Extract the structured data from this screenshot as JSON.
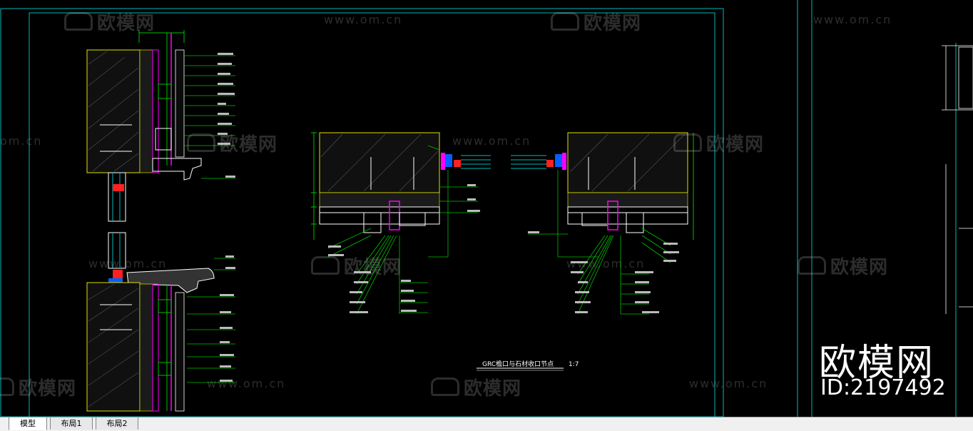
{
  "watermarks": {
    "brand_cn": "欧模网",
    "site_url": "www.om.cn",
    "site_url_short": "om.cn"
  },
  "drawing": {
    "detail_title": "GRC檐口与石材收口节点",
    "detail_scale": "1:7"
  },
  "branding": {
    "brand_large": "欧模网",
    "model_id": "ID:2197492"
  },
  "layout_tabs": [
    {
      "label": "模型",
      "active": true
    },
    {
      "label": "布局1",
      "active": false
    },
    {
      "label": "布局2",
      "active": false
    }
  ],
  "colors": {
    "background": "#000000",
    "frame_cyan": "#00c8c8",
    "line_green": "#00c000",
    "line_white": "#ffffff",
    "accent_magenta": "#ff00ff",
    "accent_red": "#ff2020",
    "accent_yellow": "#e0e000",
    "accent_blue": "#0060ff"
  }
}
